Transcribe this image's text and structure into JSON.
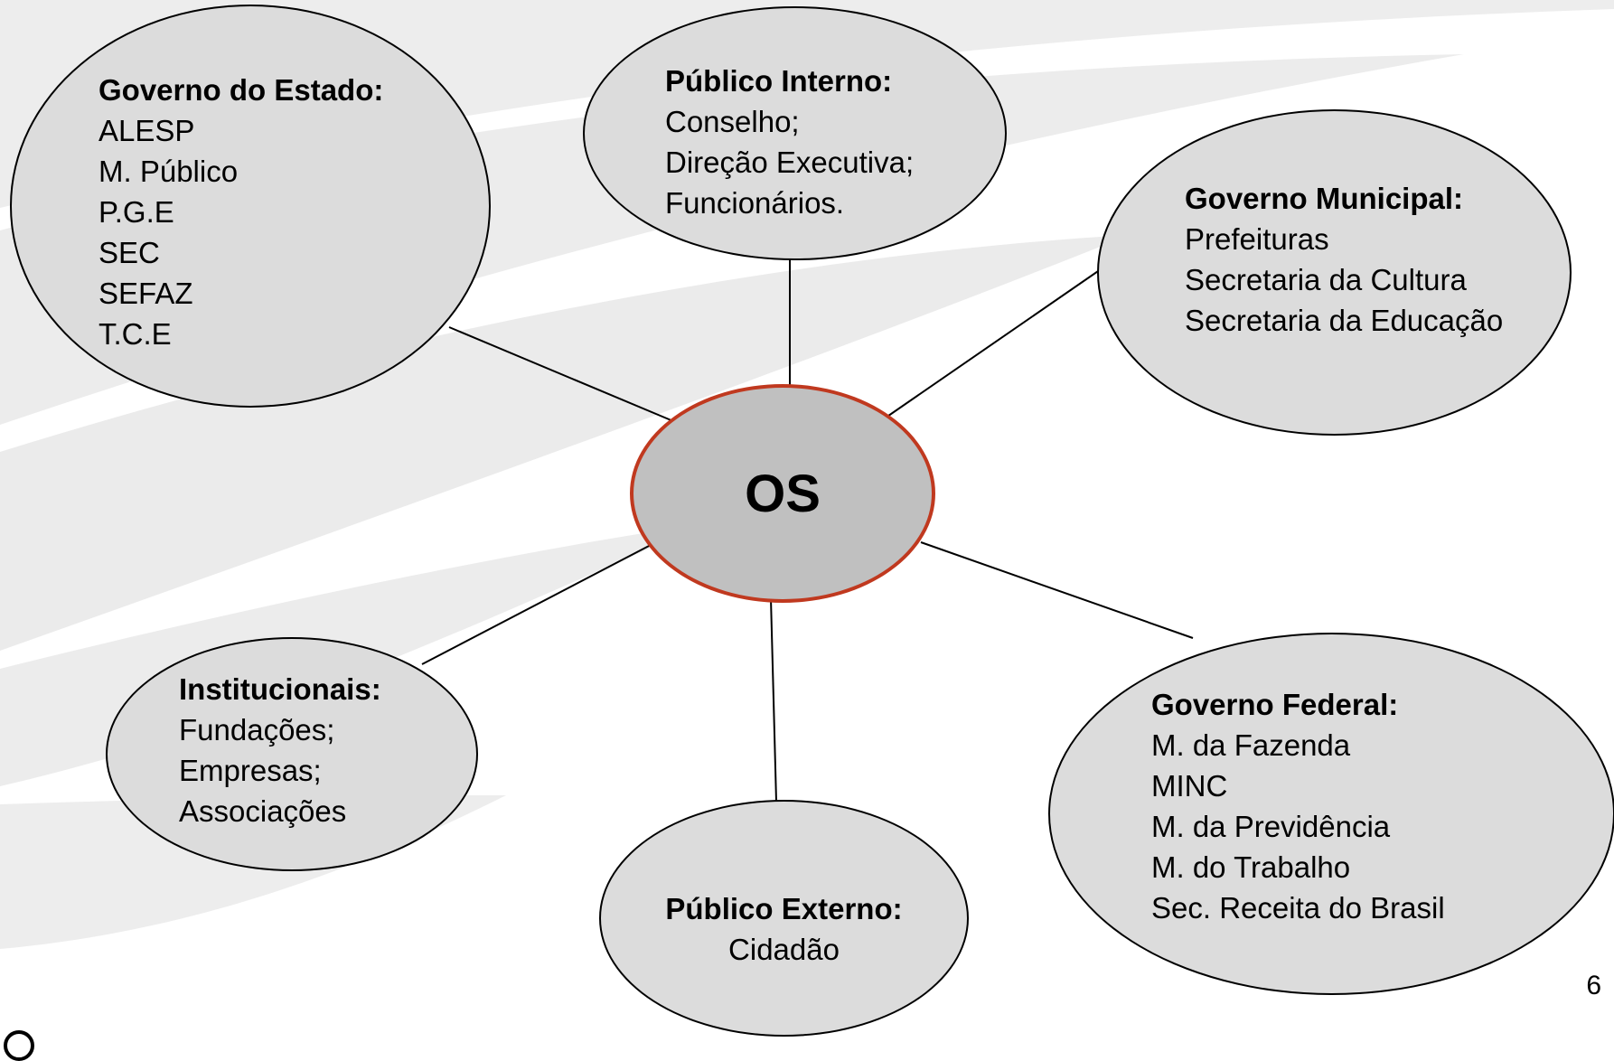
{
  "center": {
    "label": "OS"
  },
  "nodes": [
    {
      "id": "governo-estado",
      "title": "Governo do Estado:",
      "items": [
        "ALESP",
        "M. Público",
        "P.G.E",
        "SEC",
        "SEFAZ",
        "T.C.E"
      ]
    },
    {
      "id": "publico-interno",
      "title": "Público Interno:",
      "items": [
        "Conselho;",
        "Direção Executiva;",
        "Funcionários."
      ]
    },
    {
      "id": "governo-municipal",
      "title": "Governo Municipal:",
      "items": [
        "Prefeituras",
        "Secretaria da Cultura",
        "Secretaria da Educação"
      ]
    },
    {
      "id": "institucionais",
      "title": "Institucionais:",
      "items": [
        "Fundações;",
        "Empresas;",
        "Associações"
      ]
    },
    {
      "id": "publico-externo",
      "title": "Público Externo:",
      "items": [
        "Cidadão"
      ]
    },
    {
      "id": "governo-federal",
      "title": "Governo Federal:",
      "items": [
        "M. da Fazenda",
        "MINC",
        "M. da Previdência",
        "M. do Trabalho",
        "Sec. Receita do Brasil"
      ]
    }
  ],
  "page_number": "6",
  "colors": {
    "node_fill": "#dcdcdc",
    "center_fill": "#c0c0c0",
    "center_border": "#c0391f",
    "swoosh": "#ececec"
  }
}
